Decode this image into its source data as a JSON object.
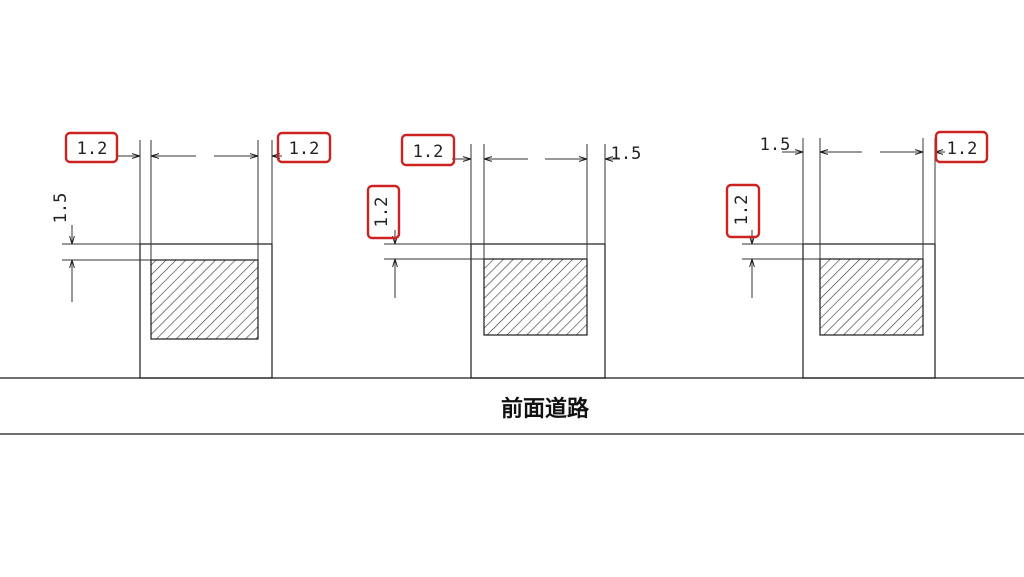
{
  "road_label": "前面道路",
  "highlight_color": "#cc2222",
  "line_color": "#1a1a1a",
  "figures": [
    {
      "left": {
        "value": "1.2",
        "highlighted": true
      },
      "right": {
        "value": "1.2",
        "highlighted": true
      },
      "front": {
        "value": "1.5",
        "highlighted": false
      }
    },
    {
      "left": {
        "value": "1.2",
        "highlighted": true
      },
      "right": {
        "value": "1.5",
        "highlighted": false
      },
      "front": {
        "value": "1.2",
        "highlighted": true
      }
    },
    {
      "left": {
        "value": "1.5",
        "highlighted": false
      },
      "right": {
        "value": "1.2",
        "highlighted": true
      },
      "front": {
        "value": "1.2",
        "highlighted": true
      }
    }
  ]
}
